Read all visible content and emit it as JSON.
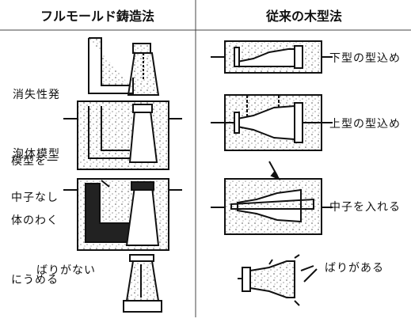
{
  "header": {
    "left_title": "フルモールド鋳造法",
    "right_title": "従来の木型法"
  },
  "left_column": {
    "step1_lines": [
      "消失性発",
      "泡体模型"
    ],
    "step2_lines": [
      "模型を一",
      "体のわく",
      "にうめる"
    ],
    "step3_label": "中子なし",
    "step4_label": "ばりがない"
  },
  "right_column": {
    "step1_label": "下型の型込め",
    "step2_label": "上型の型込め",
    "step3_label": "中子を入れる",
    "step4_label": "ばりがある"
  },
  "colors": {
    "line": "#111111",
    "sand": "#555555",
    "background": "#ffffff"
  }
}
